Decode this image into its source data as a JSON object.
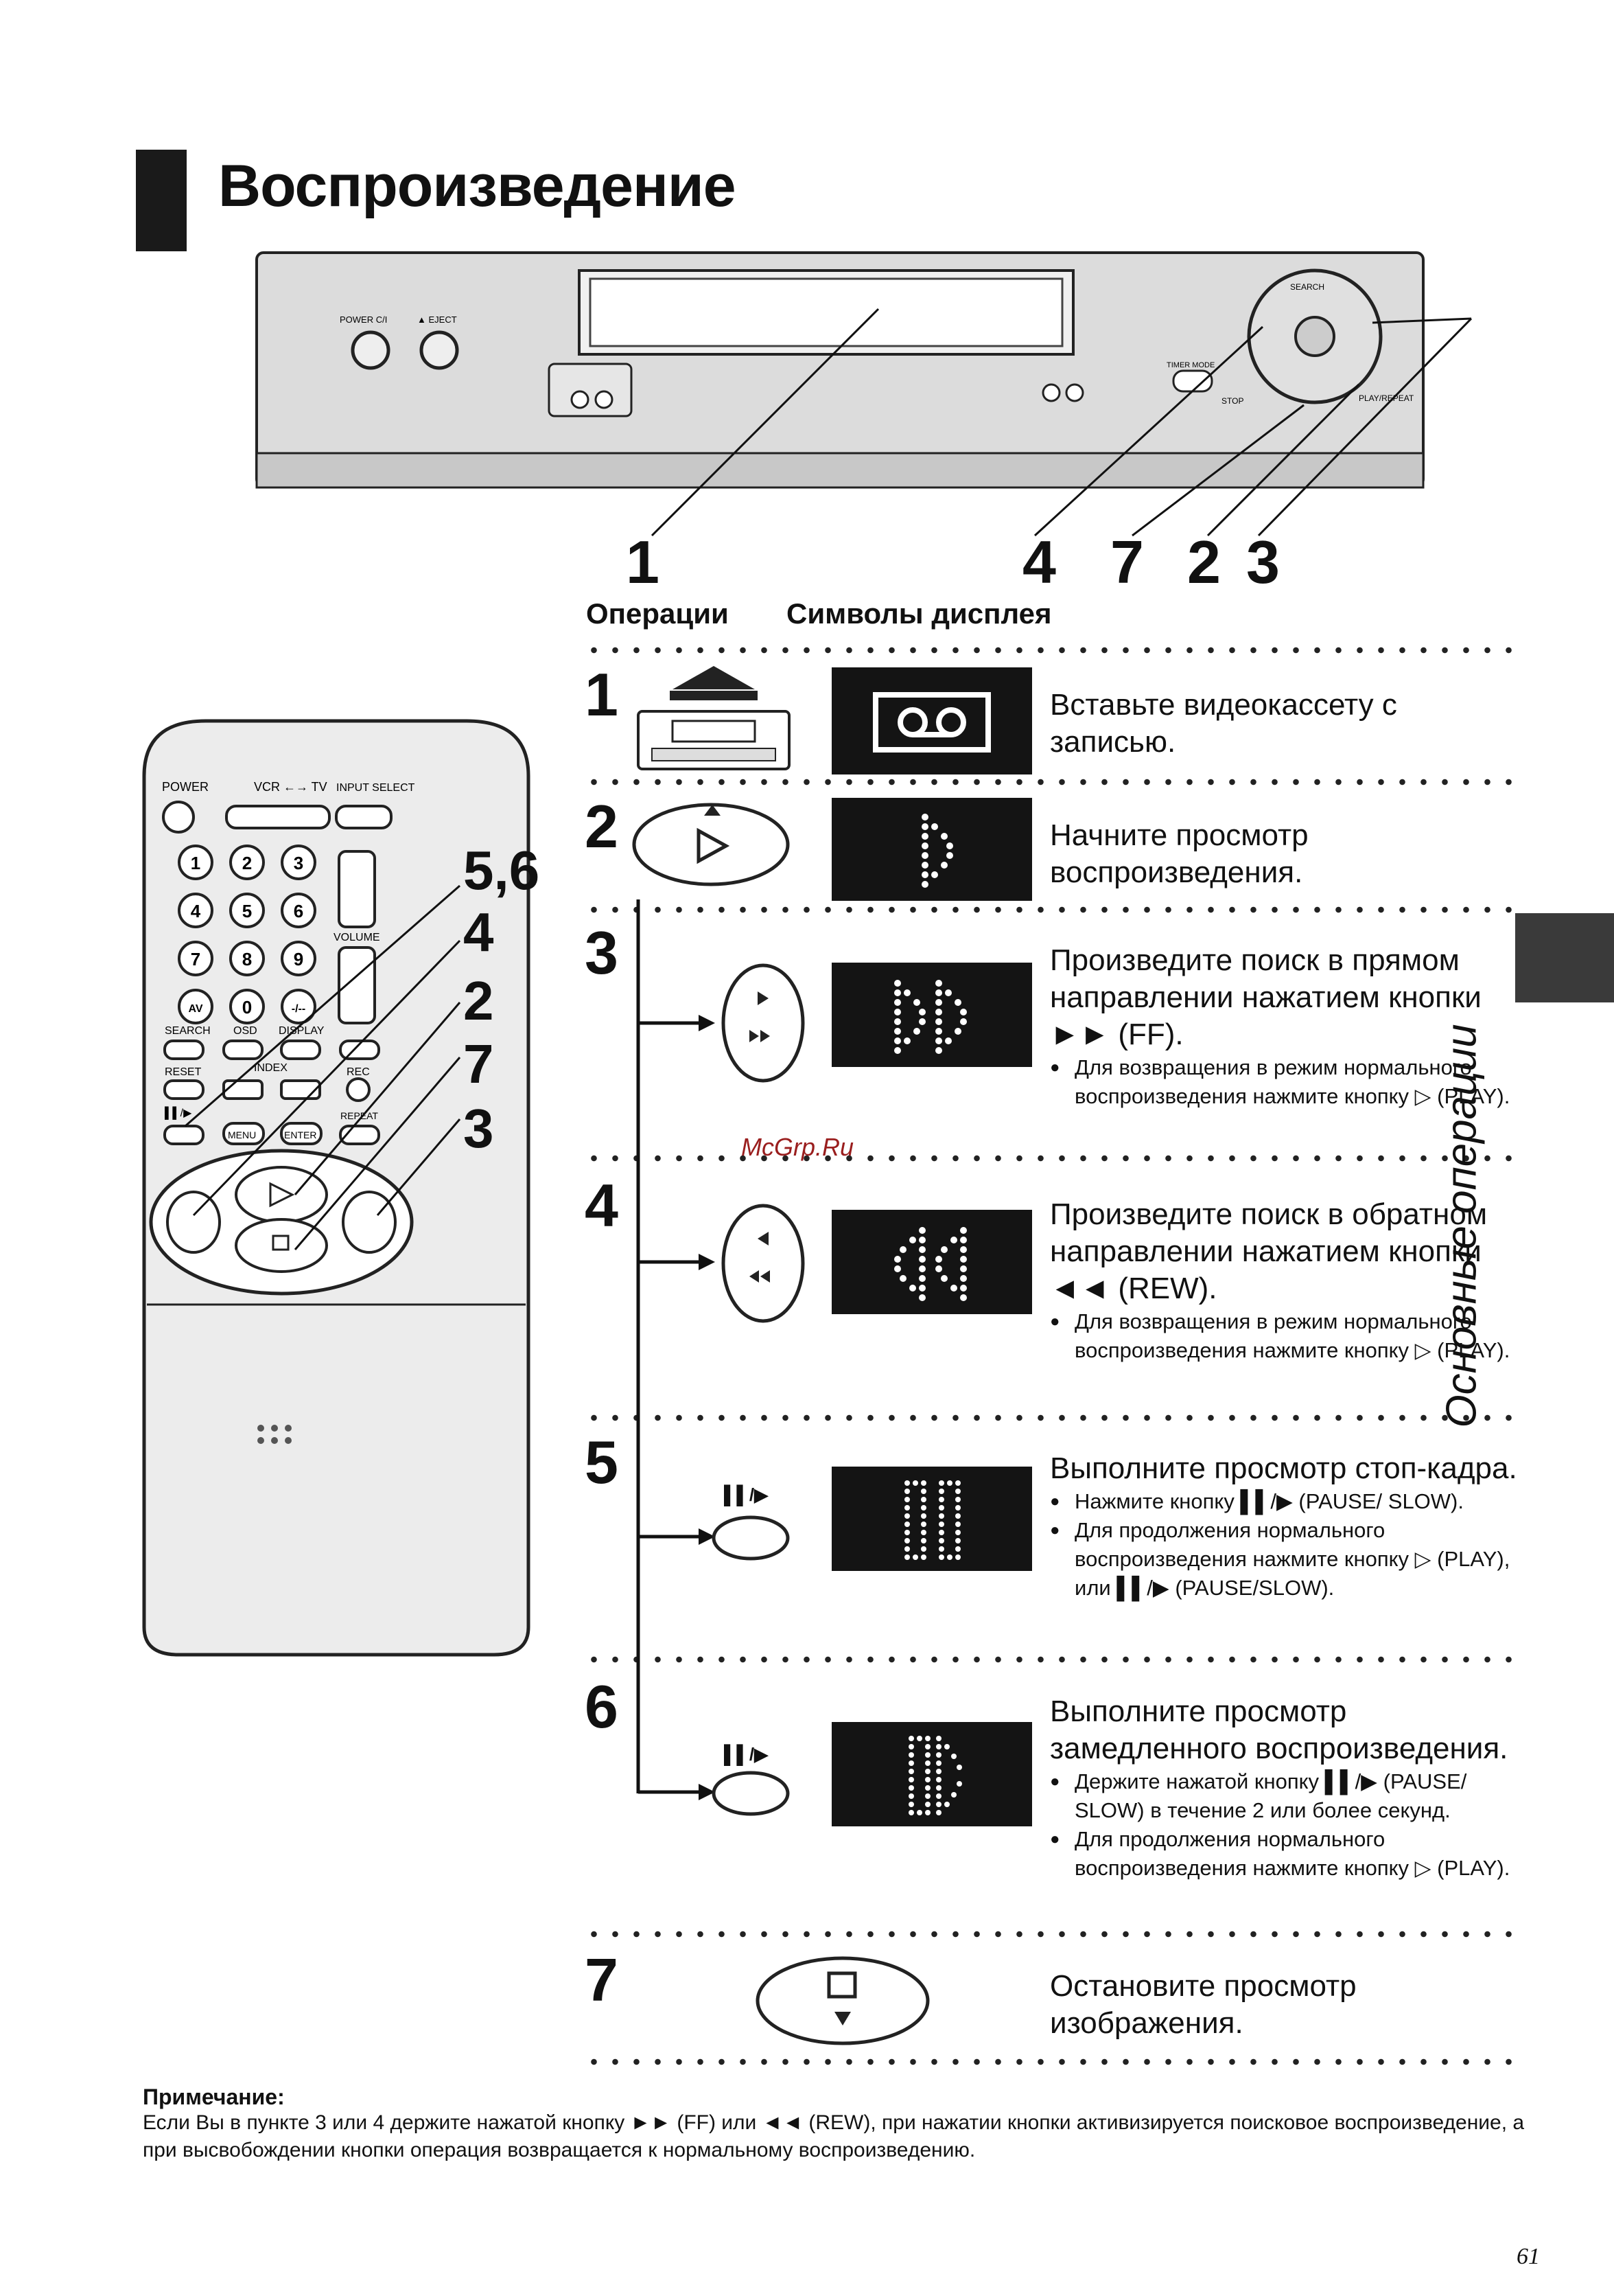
{
  "title": "Воспроизведение",
  "vcr_labels": {
    "power": "POWER C/I",
    "eject": "▲ EJECT",
    "search": "SEARCH",
    "timer": "TIMER MODE",
    "stop": "STOP",
    "play_repeat": "PLAY/REPEAT"
  },
  "callouts_top": [
    "1",
    "4",
    "7",
    "2",
    "3"
  ],
  "callouts_left": [
    "5,6",
    "4",
    "2",
    "7",
    "3"
  ],
  "remote_labels": {
    "power": "POWER",
    "vcr_tv": "VCR ←→ TV",
    "input_select": "INPUT SELECT",
    "volume": "VOLUME",
    "search": "SEARCH",
    "osd": "OSD",
    "display": "DISPLAY",
    "reset": "RESET",
    "index": "INDEX",
    "rec": "REC",
    "menu": "MENU",
    "enter": "ENTER",
    "repeat": "REPEAT",
    "av": "AV",
    "keys": [
      "1",
      "2",
      "3",
      "4",
      "5",
      "6",
      "7",
      "8",
      "9",
      "AV",
      "0",
      "-/--"
    ]
  },
  "headers": {
    "ops": "Операции",
    "display": "Символы дисплея"
  },
  "steps": [
    {
      "num": "1",
      "text": "Вставьте видеокассету с записью."
    },
    {
      "num": "2",
      "text": "Начните просмотр воспроизведения."
    },
    {
      "num": "3",
      "text": "Произведите поиск в прямом направлении нажатием кнопки ►► (FF).",
      "bullets": [
        "Для возвращения в режим нормального воспроизведения нажмите кнопку ▷ (PLAY)."
      ]
    },
    {
      "num": "4",
      "text": "Произведите поиск в обратном направлении нажатием кнопки ◄◄ (REW).",
      "bullets": [
        "Для возвращения в режим нормального воспроизведения нажмите кнопку ▷ (PLAY)."
      ]
    },
    {
      "num": "5",
      "text": "Выполните просмотр стоп-кадра.",
      "bullets": [
        "Нажмите кнопку ▌▌/▶ (PAUSE/ SLOW).",
        "Для продолжения нормального воспроизведения нажмите кнопку ▷ (PLAY), или ▌▌/▶ (PAUSE/SLOW)."
      ]
    },
    {
      "num": "6",
      "text": "Выполните просмотр замедленного воспроизведения.",
      "bullets": [
        "Держите нажатой кнопку ▌▌/▶ (PAUSE/ SLOW) в течение 2 или более секунд.",
        "Для продолжения нормального воспроизведения нажмите кнопку ▷ (PLAY)."
      ]
    },
    {
      "num": "7",
      "text": "Остановите просмотр изображения."
    }
  ],
  "pause_label": "▌▌/▶",
  "side_text": "Основные операции",
  "watermark": "McGrp.Ru",
  "note_heading": "Примечание:",
  "note_text": "Если Вы в пункте 3 или 4 держите нажатой кнопку ►► (FF) или ◄◄ (REW), при нажатии кнопки активизируется поисковое воспроизведение, а при высвобождении кнопки операция возвращается к нормальному воспроизведению.",
  "page_number": "61"
}
